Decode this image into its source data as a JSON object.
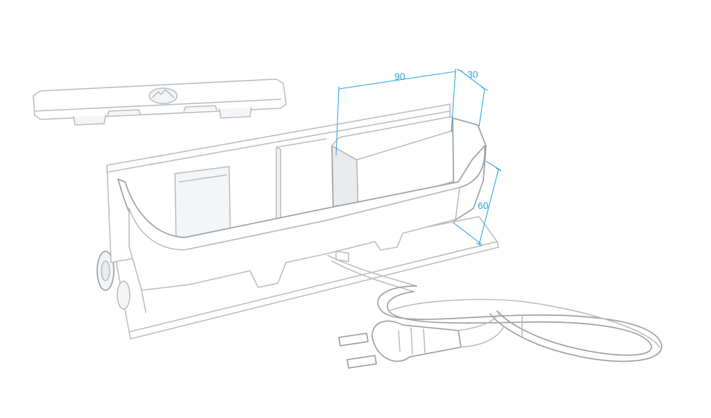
{
  "dimensions": {
    "width_label": "90",
    "depth_label": "30",
    "height_label": "60",
    "color": "#2ea3e0"
  },
  "colors": {
    "outline": "#b9bcc0",
    "outline_dark": "#9ea2a7",
    "shade": "#e9ebed"
  }
}
